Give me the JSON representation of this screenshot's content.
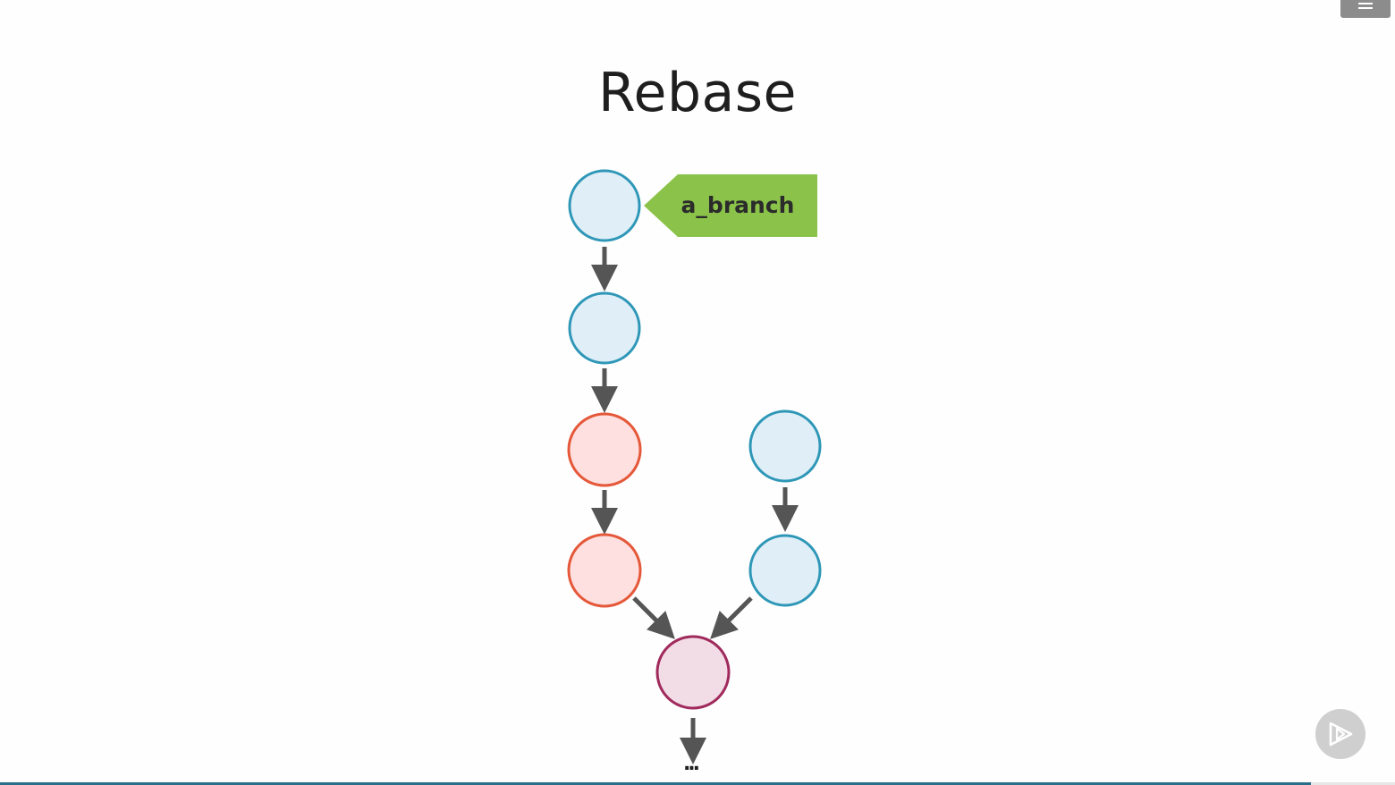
{
  "slide": {
    "title": "Rebase"
  },
  "diagram": {
    "branch_label": "a_branch",
    "continuation": "...",
    "colors": {
      "blue_stroke": "#2e97b7",
      "blue_fill": "#dfeef7",
      "red_stroke": "#e5583a",
      "red_fill": "#fde0df",
      "merge_stroke": "#a02a5c",
      "merge_fill": "#f2dce6",
      "arrow": "#555555",
      "label_bg": "#8bc34a"
    }
  },
  "controls": {
    "menu_icon": "hamburger-menu-icon",
    "play_icon": "play-icon",
    "progress": 0.94
  }
}
